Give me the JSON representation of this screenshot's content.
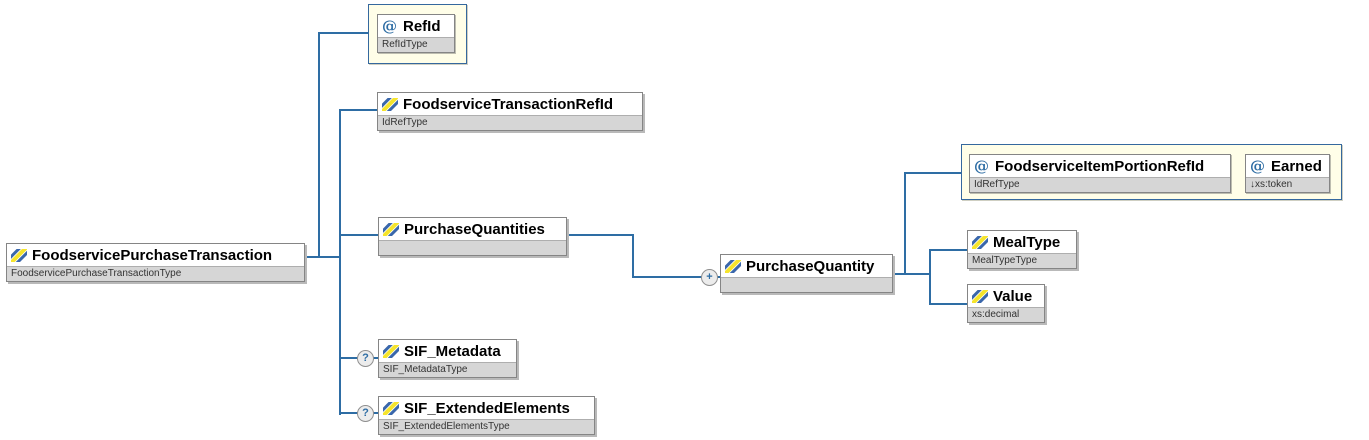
{
  "colors": {
    "connector_line": "#2e6da4",
    "box_border": "#858585",
    "type_strip_bg": "#d6d6d6",
    "attribute_container_bg": "#fffee8",
    "attribute_container_border": "#35689e",
    "icon_blue": "#3a67ab",
    "icon_yellow": "#f5e42c",
    "at_sign_blue": "#2e6da4"
  },
  "glyphs": {
    "attribute": "@",
    "optional": "?",
    "repeat": "+"
  },
  "nodes": {
    "root": {
      "label": "FoodservicePurchaseTransaction",
      "type": "FoodservicePurchaseTransactionType"
    },
    "refid": {
      "label": "RefId",
      "type": "RefIdType"
    },
    "ftrefid": {
      "label": "FoodserviceTransactionRefId",
      "type": "IdRefType"
    },
    "pqs": {
      "label": "PurchaseQuantities",
      "type": ""
    },
    "meta": {
      "label": "SIF_Metadata",
      "type": "SIF_MetadataType"
    },
    "ext": {
      "label": "SIF_ExtendedElements",
      "type": "SIF_ExtendedElementsType"
    },
    "pq": {
      "label": "PurchaseQuantity",
      "type": ""
    },
    "fiprefid": {
      "label": "FoodserviceItemPortionRefId",
      "type": "IdRefType"
    },
    "earned": {
      "label": "Earned",
      "type": "↓xs:token"
    },
    "mealtype": {
      "label": "MealType",
      "type": "MealTypeType"
    },
    "value": {
      "label": "Value",
      "type": "xs:decimal"
    }
  }
}
